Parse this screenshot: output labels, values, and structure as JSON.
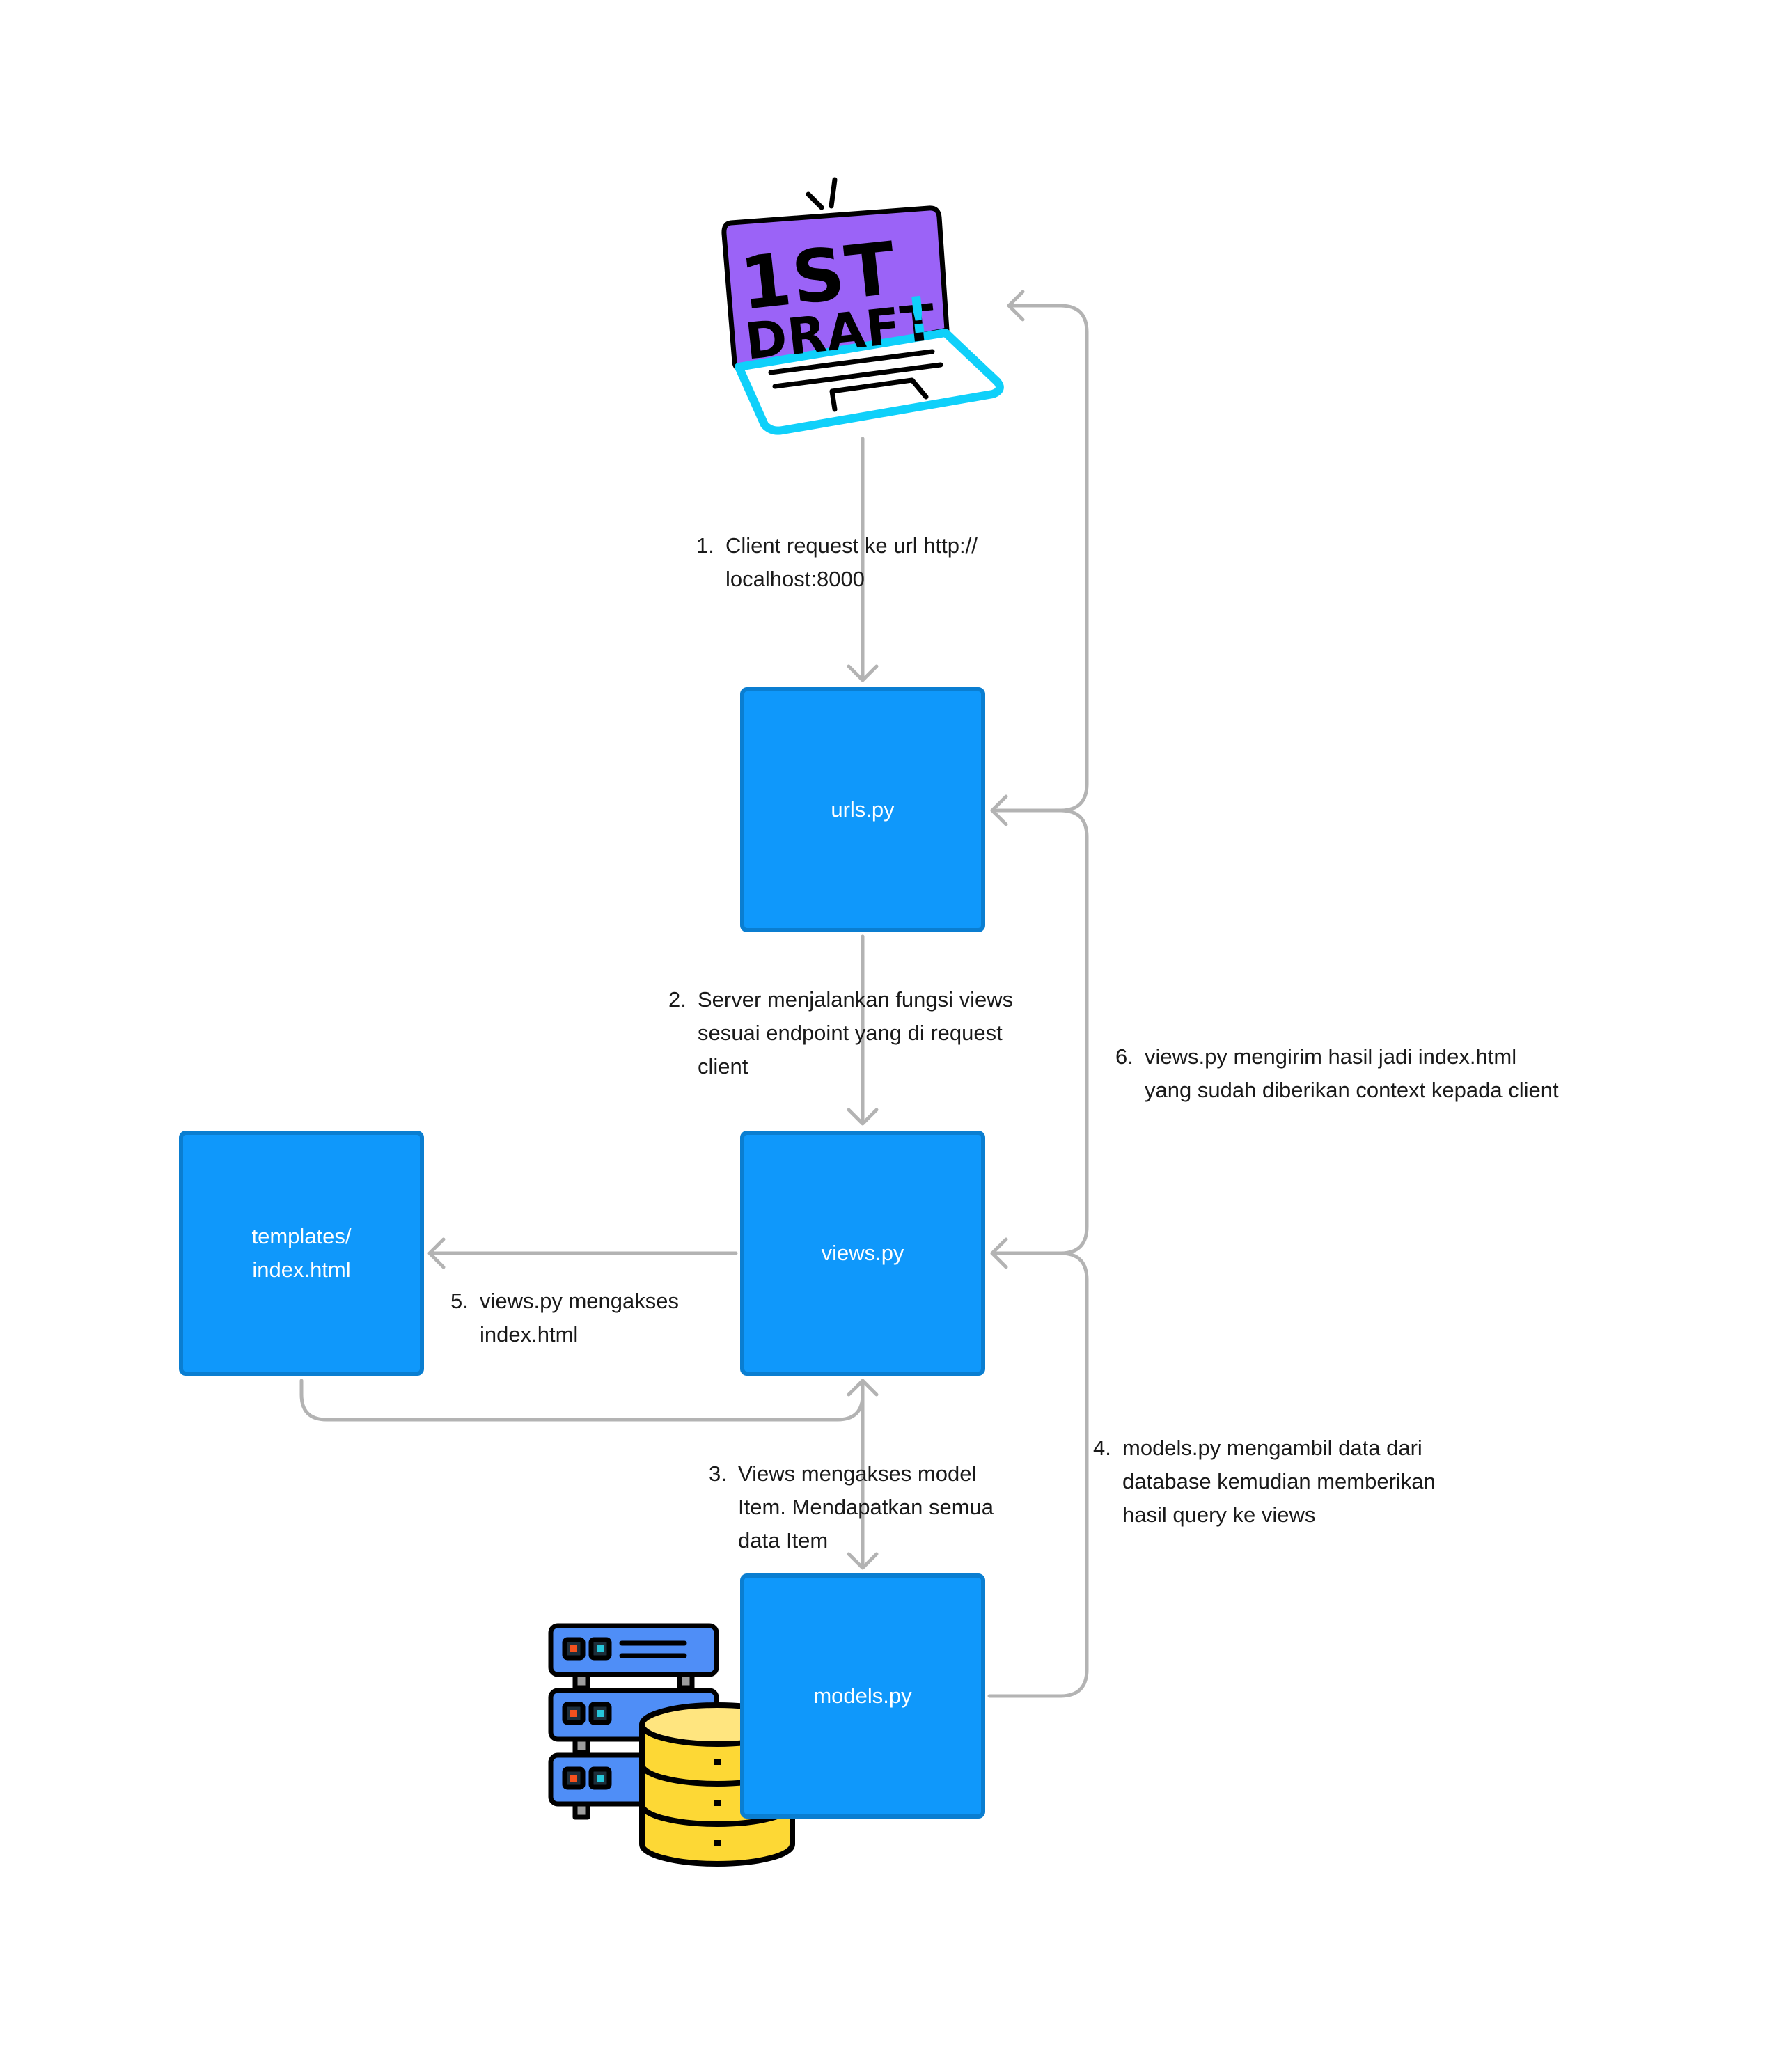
{
  "diagram": {
    "nodes": {
      "urls": "urls.py",
      "views": "views.py",
      "models": "models.py",
      "templates": "templates/\nindex.html"
    },
    "steps": [
      {
        "num": "1.",
        "text": "Client request ke url http://\nlocalhost:8000"
      },
      {
        "num": "2.",
        "text": "Server menjalankan fungsi views\nsesuai endpoint yang di request\nclient"
      },
      {
        "num": "3.",
        "text": "Views mengakses model\nItem. Mendapatkan semua\ndata Item"
      },
      {
        "num": "4.",
        "text": "models.py mengambil data dari\ndatabase kemudian memberikan\nhasil query ke views"
      },
      {
        "num": "5.",
        "text": "views.py mengakses\nindex.html"
      },
      {
        "num": "6.",
        "text": "views.py mengirim hasil jadi index.html\nyang sudah diberikan context kepada client"
      }
    ],
    "laptop_sticker": {
      "line1": "1ST",
      "line2": "DRAFT",
      "mark": "!"
    },
    "icons": [
      "laptop-icon",
      "server-icon",
      "database-icon"
    ],
    "colors": {
      "box_fill": "#0f98fb",
      "box_border": "#0a7ed1",
      "connector": "#b3b3b3",
      "laptop_screen": "#9b63f7",
      "laptop_base": "#0fd0fa",
      "database": "#fdd835",
      "server": "#4f8ef7"
    }
  }
}
